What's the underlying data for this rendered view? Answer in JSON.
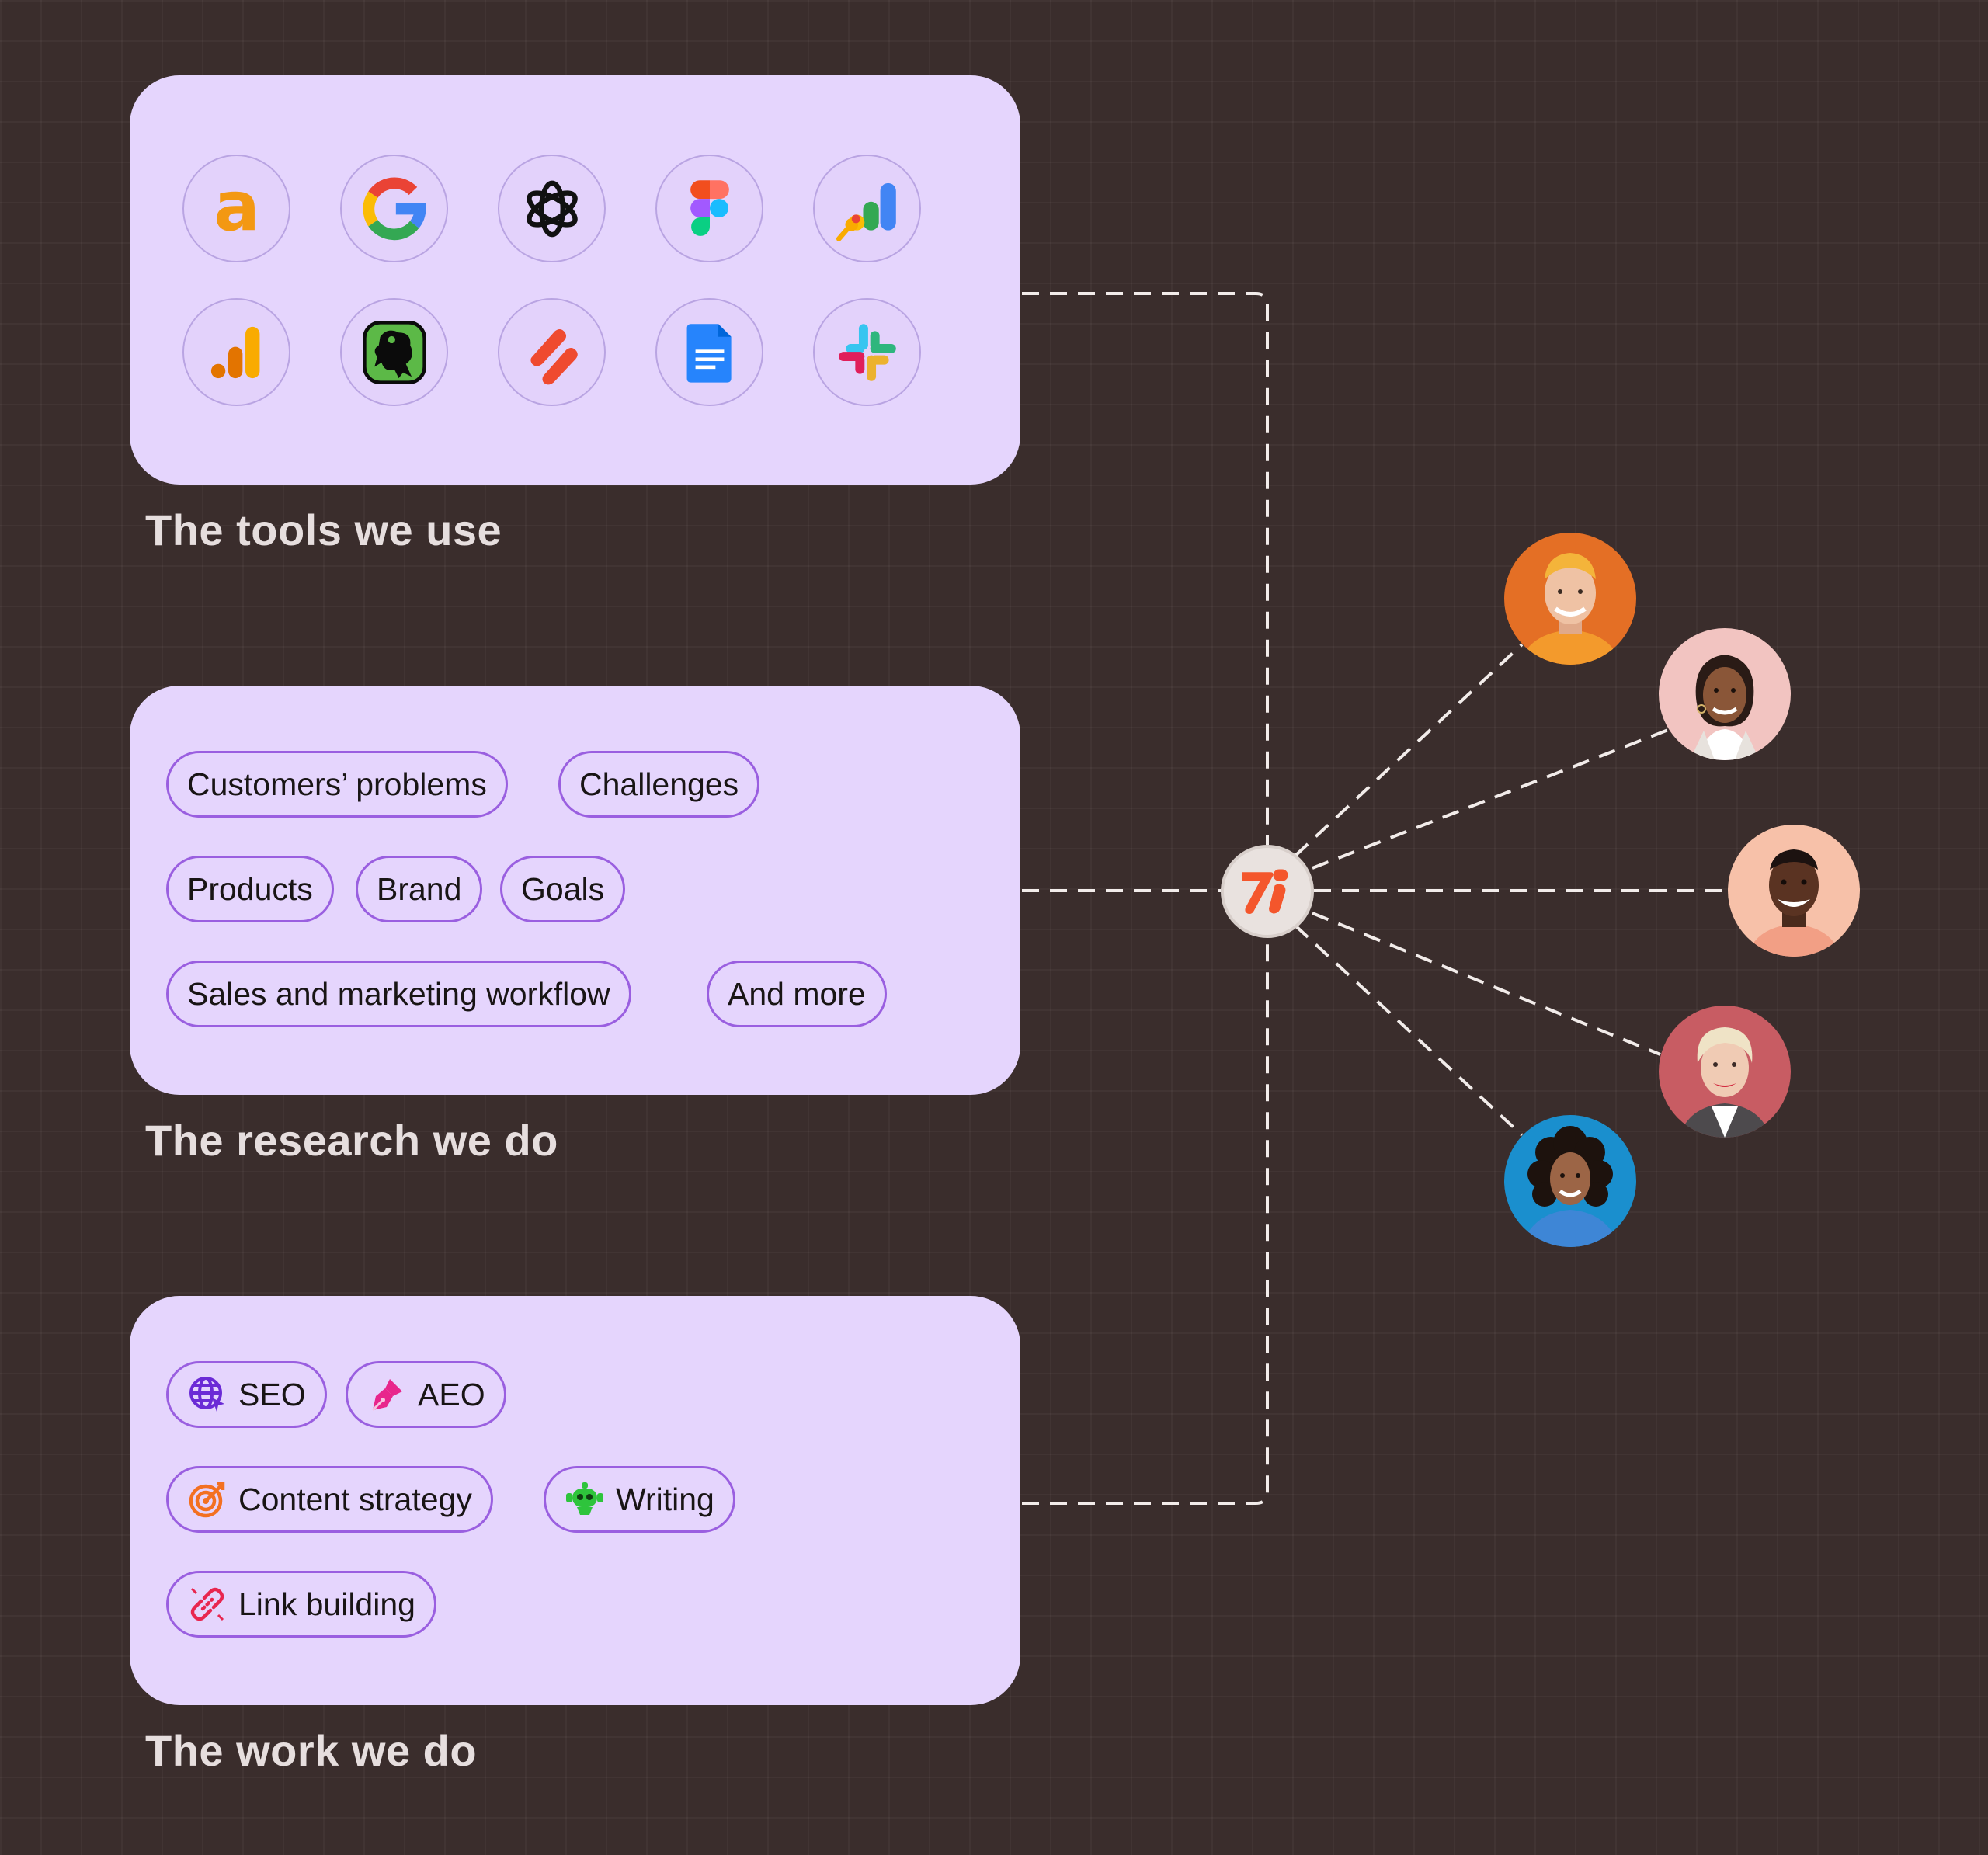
{
  "sections": {
    "tools": {
      "title": "The tools we use"
    },
    "research": {
      "title": "The research we do"
    },
    "work": {
      "title": "The work we do"
    }
  },
  "tools": [
    {
      "icon": "amazon-icon",
      "letter": "a"
    },
    {
      "icon": "google-icon",
      "letter": "G"
    },
    {
      "icon": "openai-icon"
    },
    {
      "icon": "figma-icon"
    },
    {
      "icon": "google-ads-analytics-icon"
    },
    {
      "icon": "google-analytics-icon"
    },
    {
      "icon": "screaming-frog-icon"
    },
    {
      "icon": "clearscope-icon"
    },
    {
      "icon": "google-docs-icon"
    },
    {
      "icon": "slack-icon"
    }
  ],
  "research": {
    "tags": [
      "Customers’ problems",
      "Challenges",
      "Products",
      "Brand",
      "Goals",
      "Sales and marketing workflow",
      "And more"
    ]
  },
  "work": {
    "tags": [
      {
        "label": "SEO",
        "icon": "globe-icon"
      },
      {
        "label": "AEO",
        "icon": "pen-icon"
      },
      {
        "label": "Content strategy",
        "icon": "target-icon"
      },
      {
        "label": "Writing",
        "icon": "robot-icon"
      },
      {
        "label": "Link building",
        "icon": "link-icon"
      }
    ]
  },
  "hub": {
    "icon": "brand-logo-icon",
    "color": "#f4562c"
  },
  "team": [
    {
      "icon": "avatar-man-beanie-icon",
      "bg": "#e46f25"
    },
    {
      "icon": "avatar-woman-icon",
      "bg": "#f2c4c1"
    },
    {
      "icon": "avatar-man-smiling-icon",
      "bg": "#f7c1a9"
    },
    {
      "icon": "avatar-woman-blonde-icon",
      "bg": "#c85c63"
    },
    {
      "icon": "avatar-woman-curly-icon",
      "bg": "#1a8fce"
    }
  ]
}
